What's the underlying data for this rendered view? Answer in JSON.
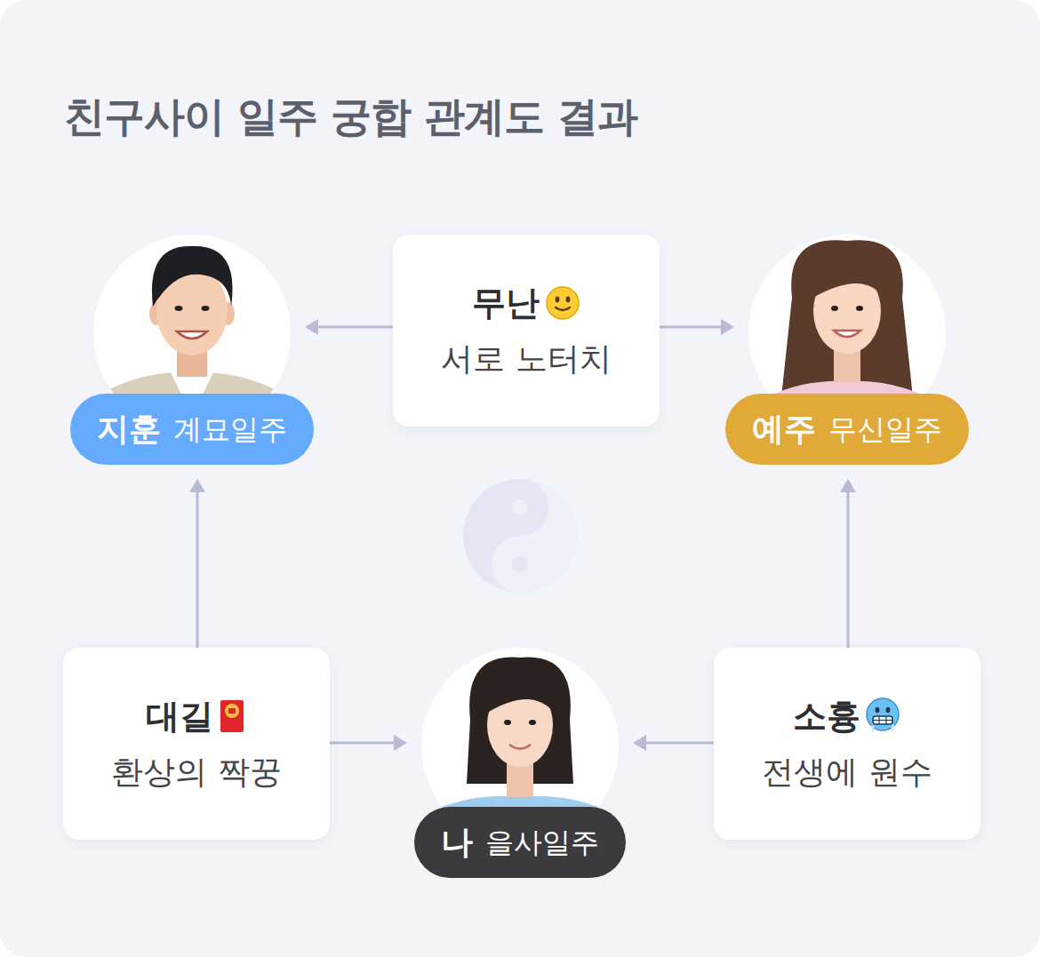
{
  "diagram": {
    "title": "친구사이 일주 궁합 관계도 결과",
    "nodes": [
      {
        "text": [
          "지훈",
          "계묘일주"
        ]
      },
      {
        "text": [
          "무난",
          "서로 노터치"
        ]
      },
      {
        "text": [
          "예주",
          "무신일주"
        ]
      },
      {
        "text": [
          "대길",
          "환상의 짝꿍"
        ]
      },
      {
        "text": [
          "나",
          "을사일주"
        ]
      },
      {
        "text": [
          "소흉",
          "전생에 원수"
        ]
      }
    ],
    "edges": [
      {
        "from": 1,
        "to": 0,
        "arrow": "to"
      },
      {
        "from": 1,
        "to": 2,
        "arrow": "to"
      },
      {
        "from": 3,
        "to": 0,
        "arrow": "to"
      },
      {
        "from": 3,
        "to": 4,
        "arrow": "to"
      },
      {
        "from": 5,
        "to": 2,
        "arrow": "to"
      },
      {
        "from": 5,
        "to": 4,
        "arrow": "to"
      }
    ]
  }
}
